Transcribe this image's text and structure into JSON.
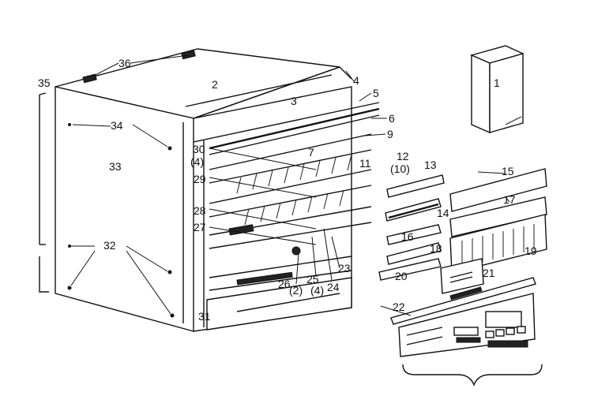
{
  "figure": {
    "callouts": [
      {
        "id": "c1",
        "text": "1"
      },
      {
        "id": "c2",
        "text": "2"
      },
      {
        "id": "c3",
        "text": "3"
      },
      {
        "id": "c4",
        "text": "4"
      },
      {
        "id": "c5",
        "text": "5"
      },
      {
        "id": "c6",
        "text": "6"
      },
      {
        "id": "c9",
        "text": "9"
      },
      {
        "id": "c7",
        "text": "7"
      },
      {
        "id": "c11",
        "text": "11"
      },
      {
        "id": "c12",
        "text": "12"
      },
      {
        "id": "c10",
        "text": "(10)"
      },
      {
        "id": "c13",
        "text": "13"
      },
      {
        "id": "c14",
        "text": "14"
      },
      {
        "id": "c15",
        "text": "15"
      },
      {
        "id": "c16",
        "text": "16"
      },
      {
        "id": "c17",
        "text": "17"
      },
      {
        "id": "c18",
        "text": "18"
      },
      {
        "id": "c19",
        "text": "19"
      },
      {
        "id": "c20",
        "text": "20"
      },
      {
        "id": "c21",
        "text": "21"
      },
      {
        "id": "c22",
        "text": "22"
      },
      {
        "id": "c23",
        "text": "23"
      },
      {
        "id": "c24",
        "text": "24"
      },
      {
        "id": "c25",
        "text": "25"
      },
      {
        "id": "c26",
        "text": "26"
      },
      {
        "id": "c2b",
        "text": "(2)"
      },
      {
        "id": "c4b",
        "text": "(4)"
      },
      {
        "id": "c27",
        "text": "27"
      },
      {
        "id": "c28",
        "text": "28"
      },
      {
        "id": "c29",
        "text": "29"
      },
      {
        "id": "c30",
        "text": "30"
      },
      {
        "id": "c4c",
        "text": "(4)"
      },
      {
        "id": "c31",
        "text": "31"
      },
      {
        "id": "c32",
        "text": "32"
      },
      {
        "id": "c33",
        "text": "33"
      },
      {
        "id": "c34",
        "text": "34"
      },
      {
        "id": "c35",
        "text": "35"
      },
      {
        "id": "c36",
        "text": "36"
      }
    ]
  }
}
